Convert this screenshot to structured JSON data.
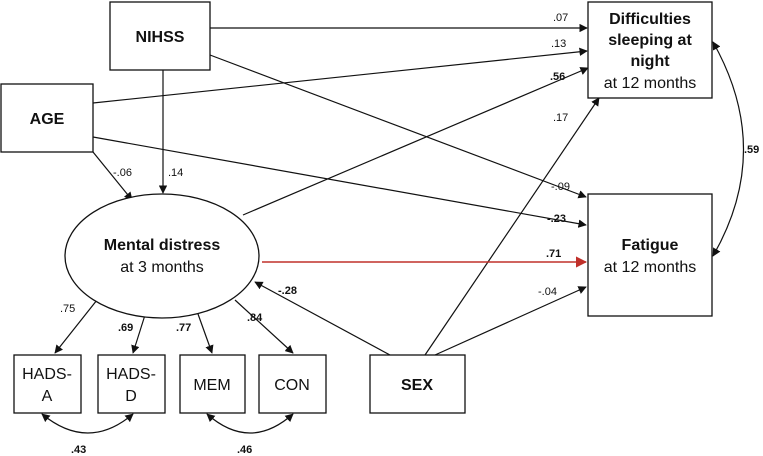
{
  "nodes": {
    "nihss": {
      "label": "NIHSS"
    },
    "age": {
      "label": "AGE"
    },
    "sex": {
      "label": "SEX"
    },
    "sleep": {
      "line1": "Difficulties",
      "line2": "sleeping at",
      "line3": "night",
      "line4": "at 12 months"
    },
    "fatigue": {
      "line1": "Fatigue",
      "line2": "at 12 months"
    },
    "distress": {
      "line1": "Mental distress",
      "line2": "at 3 months"
    },
    "hads_a": {
      "line1": "HADS-",
      "line2": "A"
    },
    "hads_d": {
      "line1": "HADS-",
      "line2": "D"
    },
    "mem": {
      "label": "MEM"
    },
    "con": {
      "label": "CON"
    }
  },
  "paths": {
    "nihss_sleep": ".07",
    "age_sleep": ".13",
    "distress_sleep": ".56",
    "sex_sleep": ".17",
    "sleep_fatigue": ".59",
    "age_distress": "-.06",
    "nihss_distress": ".14",
    "nihss_fatigue": "-.09",
    "age_fatigue": "-.23",
    "distress_fatigue": ".71",
    "sex_fatigue": "-.04",
    "sex_distress": "-.28",
    "load_hads_a": ".75",
    "load_hads_d": ".69",
    "load_mem": ".77",
    "load_con": ".84",
    "cov_hads": ".43",
    "cov_mem_con": ".46"
  },
  "colors": {
    "line": "#111111",
    "highlight": "#c0302a"
  }
}
